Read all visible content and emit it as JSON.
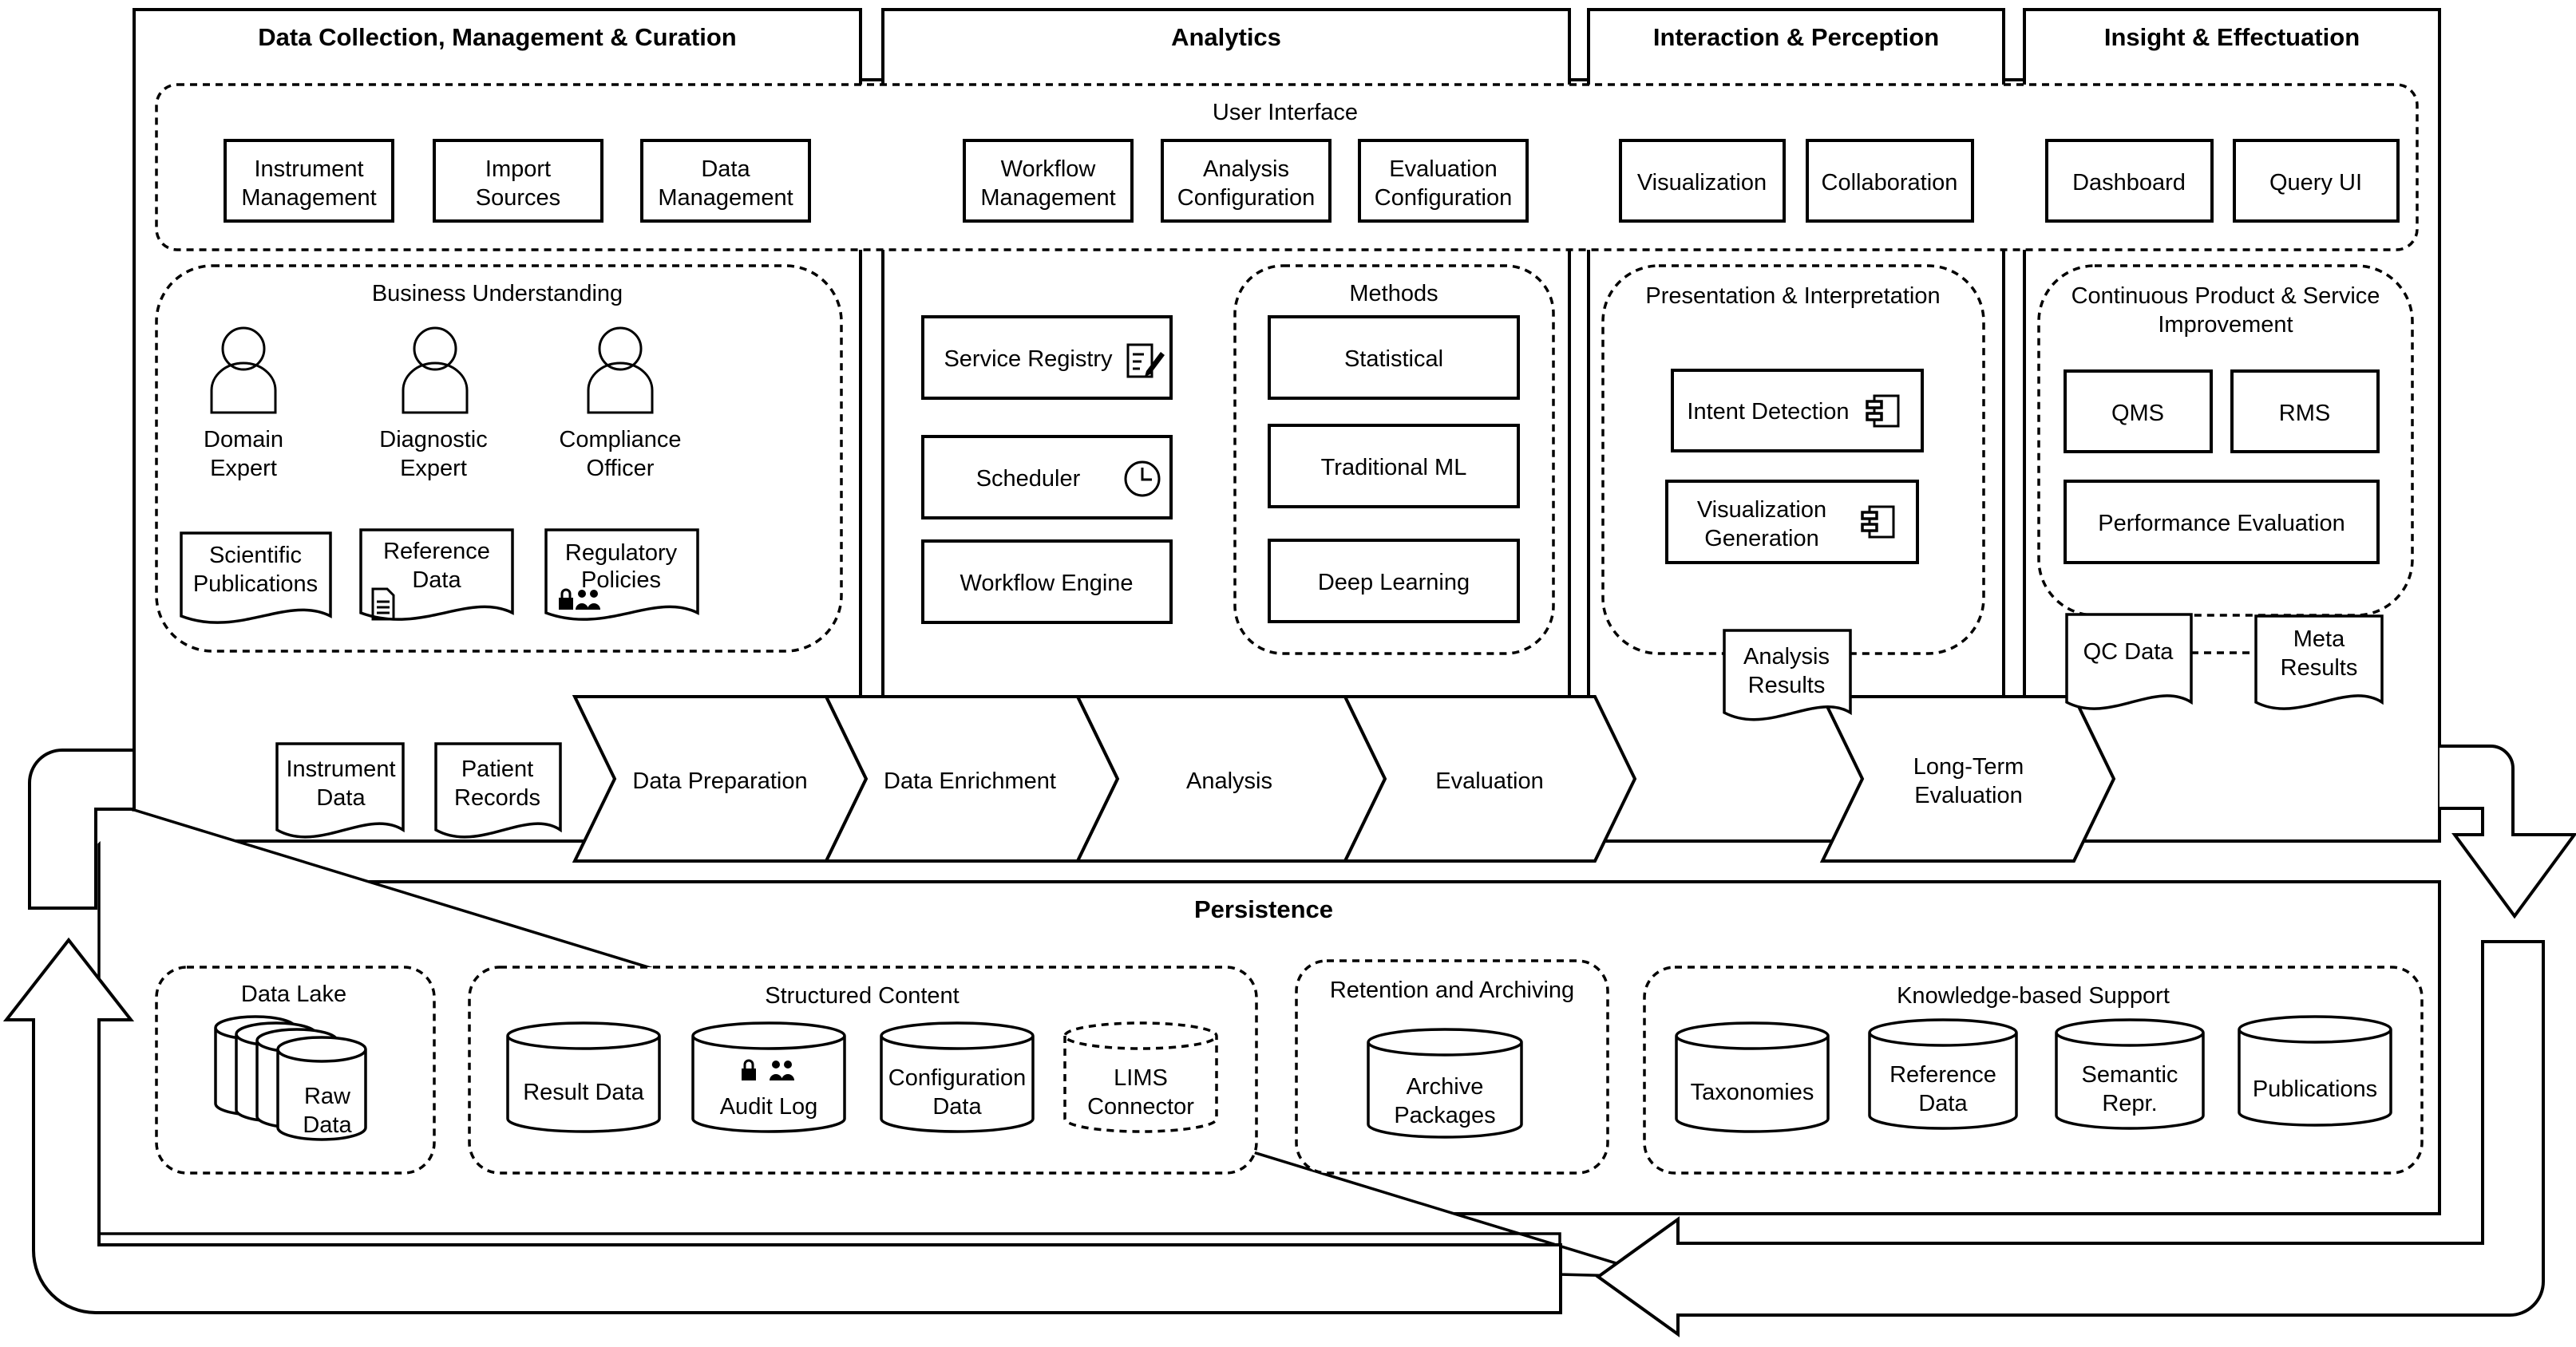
{
  "columns": {
    "data_collection": "Data Collection, Management & Curation",
    "analytics": "Analytics",
    "interaction": "Interaction & Perception",
    "insight": "Insight & Effectuation"
  },
  "user_interface": {
    "title": "User Interface",
    "instrument_management": [
      "Instrument",
      "Management"
    ],
    "import_sources": [
      "Import",
      "Sources"
    ],
    "data_management": [
      "Data",
      "Management"
    ],
    "workflow_management": [
      "Workflow",
      "Management"
    ],
    "analysis_configuration": [
      "Analysis",
      "Configuration"
    ],
    "evaluation_configuration": [
      "Evaluation",
      "Configuration"
    ],
    "visualization": "Visualization",
    "collaboration": "Collaboration",
    "dashboard": "Dashboard",
    "query_ui": "Query UI"
  },
  "business_understanding": {
    "title": "Business Understanding",
    "domain_expert": [
      "Domain",
      "Expert"
    ],
    "diagnostic_expert": [
      "Diagnostic",
      "Expert"
    ],
    "compliance_officer": [
      "Compliance",
      "Officer"
    ],
    "scientific_publications": [
      "Scientific",
      "Publications"
    ],
    "reference_data": [
      "Reference",
      "Data"
    ],
    "regulatory_policies": [
      "Regulatory",
      "Policies"
    ]
  },
  "analytics": {
    "service_registry": "Service Registry",
    "scheduler": "Scheduler",
    "workflow_engine": "Workflow Engine",
    "methods_title": "Methods",
    "statistical": "Statistical",
    "traditional_ml": "Traditional ML",
    "deep_learning": "Deep Learning"
  },
  "presentation": {
    "title": "Presentation & Interpretation",
    "intent_detection": "Intent Detection",
    "visualization_generation": [
      "Visualization",
      "Generation"
    ],
    "analysis_results": [
      "Analysis",
      "Results"
    ]
  },
  "improvement": {
    "title": [
      "Continuous Product & Service",
      "Improvement"
    ],
    "qms": "QMS",
    "rms": "RMS",
    "performance_evaluation": "Performance Evaluation",
    "qc_data": "QC Data",
    "meta_results": [
      "Meta",
      "Results"
    ]
  },
  "pipeline": {
    "instrument_data": [
      "Instrument",
      "Data"
    ],
    "patient_records": [
      "Patient",
      "Records"
    ],
    "data_preparation": "Data Preparation",
    "data_enrichment": "Data Enrichment",
    "analysis": "Analysis",
    "evaluation": "Evaluation",
    "long_term_evaluation": [
      "Long-Term",
      "Evaluation"
    ]
  },
  "persistence": {
    "title": "Persistence",
    "data_lake": "Data Lake",
    "raw_data": [
      "Raw",
      "Data"
    ],
    "structured_content": "Structured Content",
    "result_data": "Result Data",
    "audit_log": "Audit Log",
    "configuration_data": [
      "Configuration",
      "Data"
    ],
    "lims_connector": [
      "LIMS",
      "Connector"
    ],
    "retention_archiving": "Retention and Archiving",
    "archive_packages": [
      "Archive",
      "Packages"
    ],
    "knowledge_support": "Knowledge-based Support",
    "taxonomies": "Taxonomies",
    "reference_data": [
      "Reference",
      "Data"
    ],
    "semantic_repr": [
      "Semantic",
      "Repr."
    ],
    "publications": "Publications"
  }
}
